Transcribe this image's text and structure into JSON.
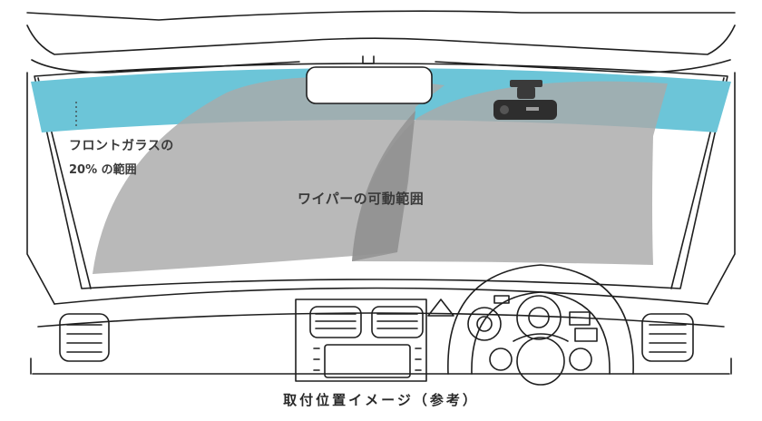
{
  "labels": {
    "glass_line1": "フロントガラスの",
    "glass_line2": "20% の範囲",
    "wiper_range": "ワイパーの可動範囲"
  },
  "caption": "取付位置イメージ（参考）",
  "colors": {
    "windshield_band": "#6cc5d8",
    "wiper_area": "#a9a9a9",
    "outline": "#1f1f1f",
    "dashcam": "#3a3a3a"
  }
}
